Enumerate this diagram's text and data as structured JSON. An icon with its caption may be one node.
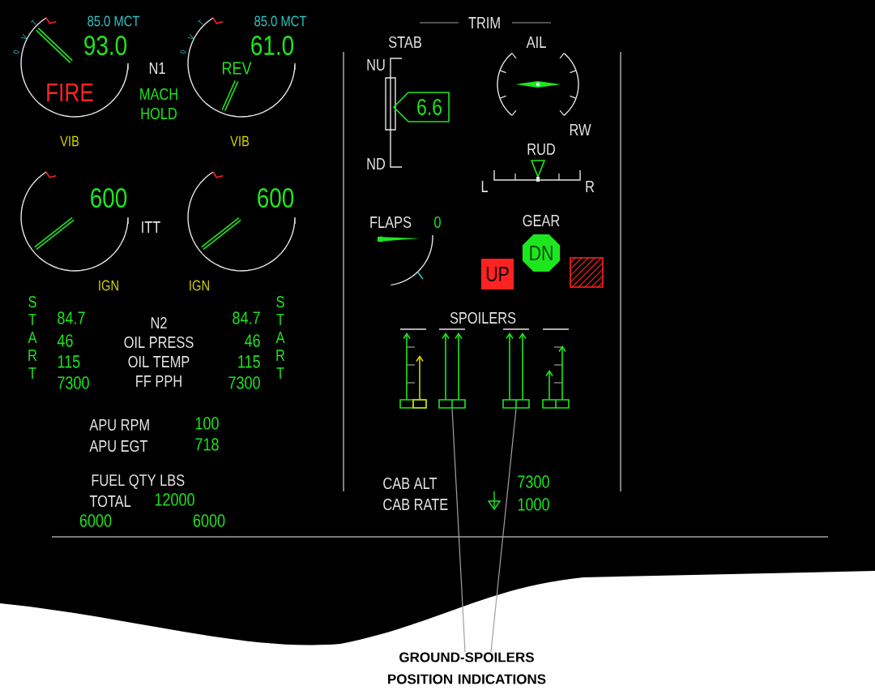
{
  "diagram": {
    "nodes": [
      {
        "text": [
          "6.6"
        ]
      },
      {
        "text": [
          "DN"
        ]
      },
      {
        "text": [
          "UP"
        ]
      },
      {
        "text": [],
        "shape": "box"
      },
      {
        "text": [],
        "shape": "bar"
      },
      {
        "text": [],
        "shape": "bar"
      },
      {
        "text": [],
        "shape": "bar"
      },
      {
        "text": [],
        "shape": "bar"
      },
      {
        "text": [
          "GROUND-SPOILERS POSITION INDICATIONS"
        ]
      }
    ],
    "edges": [
      {
        "from": 8,
        "to": 5,
        "arrow": "none"
      },
      {
        "from": 8,
        "to": 6,
        "arrow": "none"
      }
    ],
    "labels": [
      "85.0 MCT",
      "0",
      "V",
      "T",
      "93.0",
      "FIRE",
      "85.0 MCT",
      "0",
      "V",
      "T",
      "61.0",
      "N1",
      "REV",
      "MACH HOLD",
      "VIB",
      "VIB",
      "600",
      "ITT",
      "600",
      "IGN",
      "IGN",
      "S T A R T",
      "84.7",
      "N2",
      "84.7",
      "46",
      "OIL PRESS",
      "46",
      "115",
      "OIL TEMP",
      "115",
      "7300",
      "FF PPH",
      "7300",
      "S T A R T",
      "APU RPM",
      "100",
      "APU EGT",
      "718",
      "FUEL QTY LBS",
      "TOTAL",
      "12000",
      "6000",
      "6000",
      "TRIM",
      "STAB",
      "AIL",
      "NU",
      "RW",
      "RUD",
      "ND",
      "L",
      "R",
      "FLAPS",
      "0",
      "GEAR",
      "SPOILERS",
      "CAB ALT",
      "7300",
      "CAB RATE",
      "1000"
    ]
  }
}
